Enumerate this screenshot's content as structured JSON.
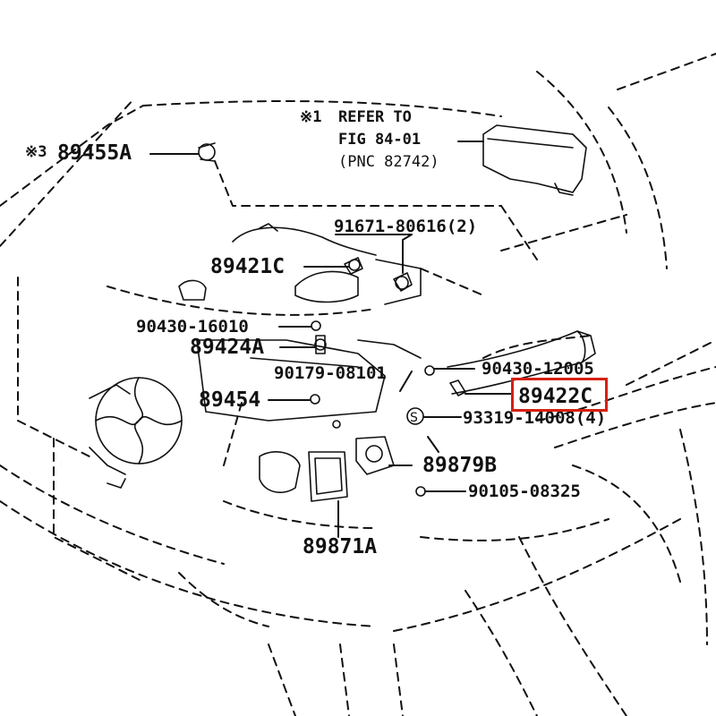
{
  "colors": {
    "line": "#111111",
    "highlight": "#d6200f",
    "background": "#ffffff"
  },
  "notes": {
    "refer_mark": "※1",
    "refer_line1": "REFER TO",
    "refer_line2": "FIG 84-01",
    "refer_line3": "(PNC 82742)",
    "note3_mark": "※3"
  },
  "parts": {
    "p89455A": "89455A",
    "p91671": "91671-80616(2)",
    "p89421C": "89421C",
    "p90430_16010": "90430-16010",
    "p89424A": "89424A",
    "p90179": "90179-08101",
    "p90430_12005": "90430-12005",
    "p89454": "89454",
    "p89422C": "89422C",
    "p93319": "93319-14008(4)",
    "p89879B": "89879B",
    "p90105": "90105-08325",
    "p89871A": "89871A"
  },
  "highlight": {
    "part": "89422C"
  }
}
